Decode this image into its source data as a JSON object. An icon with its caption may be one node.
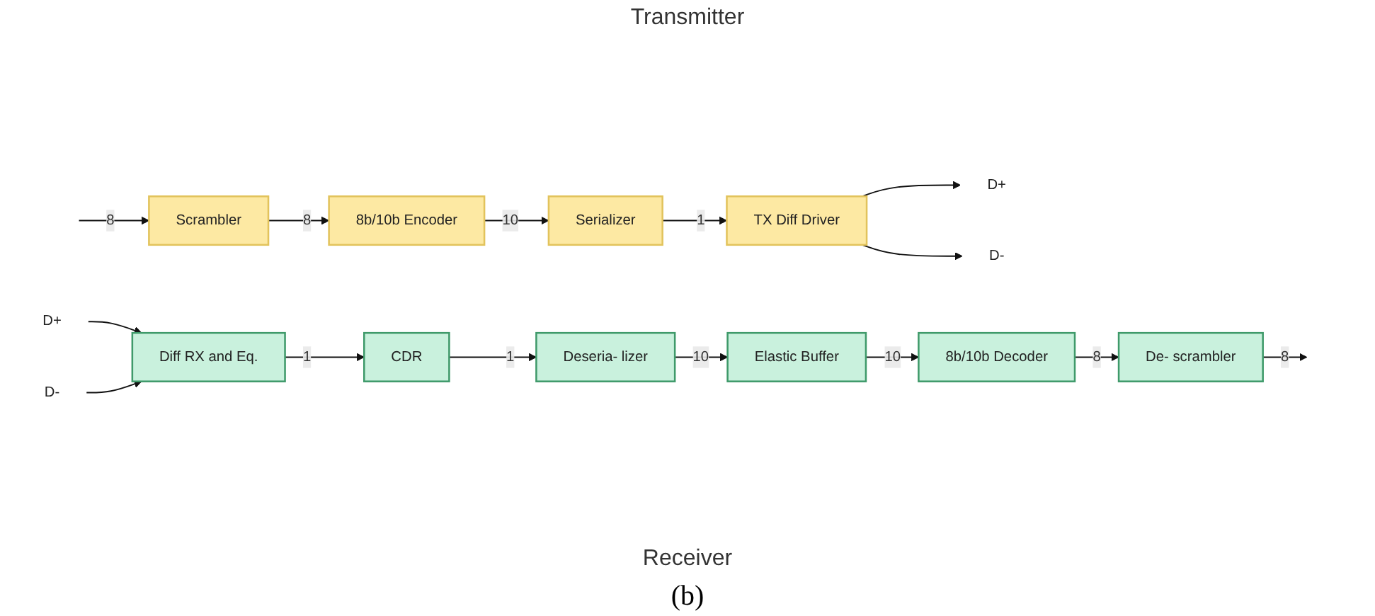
{
  "diagram": {
    "caption": "(b)",
    "nodes": [
      {
        "text": [
          "Scrambler"
        ]
      },
      {
        "text": [
          "8b/10b Encoder"
        ]
      },
      {
        "text": [
          "Serializer"
        ]
      },
      {
        "text": [
          "TX Diff Driver"
        ]
      },
      {
        "text": [
          "D+"
        ]
      },
      {
        "text": [
          "D-"
        ]
      },
      {
        "text": [
          "D+"
        ]
      },
      {
        "text": [
          "D-"
        ]
      },
      {
        "text": [
          "Diff RX and Eq."
        ]
      },
      {
        "text": [
          "CDR"
        ]
      },
      {
        "text": [
          "Deseria- lizer"
        ]
      },
      {
        "text": [
          "Elastic Buffer"
        ]
      },
      {
        "text": [
          "8b/10b Decoder"
        ]
      },
      {
        "text": [
          "De- scrambler"
        ]
      }
    ],
    "edges": [
      {
        "from": null,
        "to": 0,
        "arrow": "to",
        "label": "8"
      },
      {
        "from": 0,
        "to": 1,
        "arrow": "to",
        "label": "8"
      },
      {
        "from": 1,
        "to": 2,
        "arrow": "to",
        "label": "10"
      },
      {
        "from": 2,
        "to": 3,
        "arrow": "to",
        "label": "1"
      },
      {
        "from": 3,
        "to": 4,
        "arrow": "to"
      },
      {
        "from": 3,
        "to": 5,
        "arrow": "to"
      },
      {
        "from": 6,
        "to": 8,
        "arrow": "to"
      },
      {
        "from": 7,
        "to": 8,
        "arrow": "to"
      },
      {
        "from": 8,
        "to": 9,
        "arrow": "to",
        "label": "1"
      },
      {
        "from": 9,
        "to": 10,
        "arrow": "to",
        "label": "1"
      },
      {
        "from": 10,
        "to": 11,
        "arrow": "to",
        "label": "10"
      },
      {
        "from": 11,
        "to": 12,
        "arrow": "to",
        "label": "10"
      },
      {
        "from": 12,
        "to": 13,
        "arrow": "to",
        "label": "8"
      },
      {
        "from": 13,
        "to": null,
        "arrow": "to",
        "label": "8"
      }
    ],
    "labels": [
      "Transmitter",
      "Receiver"
    ]
  }
}
